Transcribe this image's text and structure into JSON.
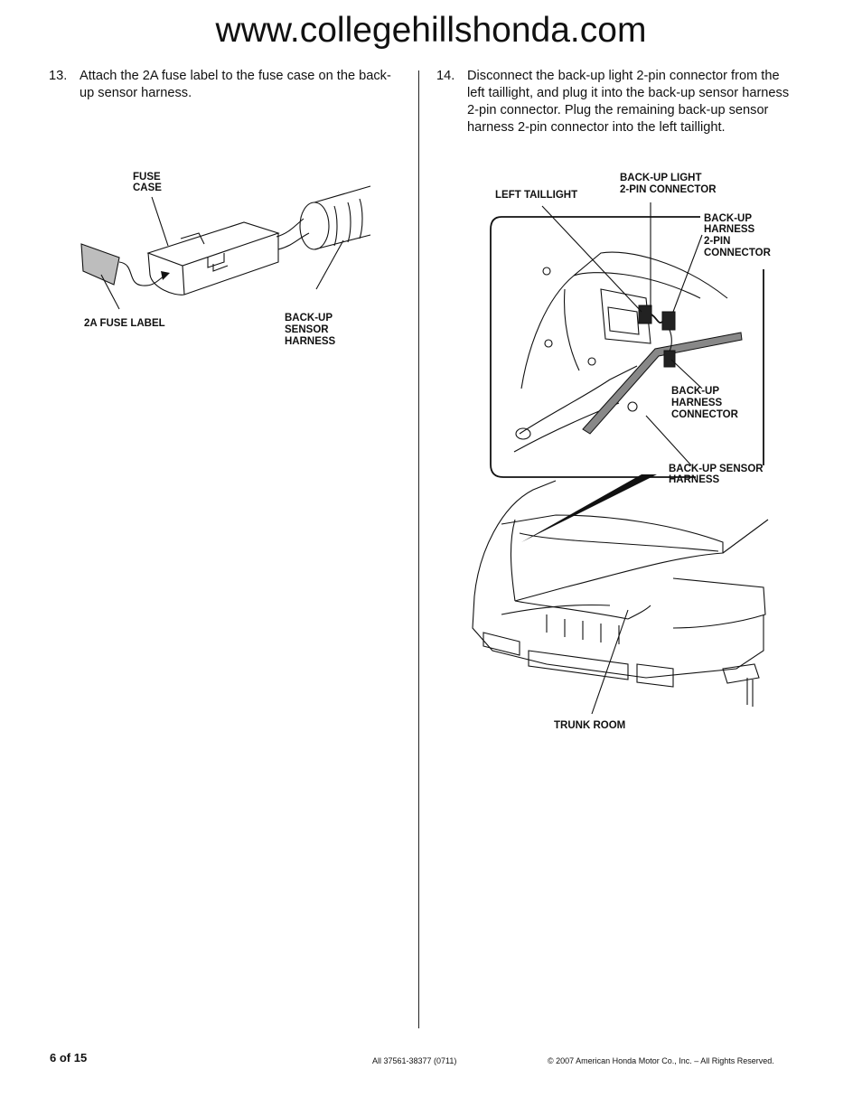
{
  "header": {
    "site": "www.collegehillshonda.com"
  },
  "steps": [
    {
      "number": "13.",
      "text": "Attach the 2A fuse label to the fuse case on the back-up sensor harness."
    },
    {
      "number": "14.",
      "text": "Disconnect the back-up light 2-pin connector from the left taillight, and plug it into the back-up sensor harness 2-pin connector. Plug the remaining back-up sensor harness 2-pin connector into the left taillight."
    }
  ],
  "figure_left": {
    "labels": {
      "fuse_case": [
        "FUSE",
        "CASE"
      ],
      "fuse_label": "2A FUSE LABEL",
      "sensor_harness": [
        "BACK-UP",
        "SENSOR",
        "HARNESS"
      ]
    }
  },
  "figure_right": {
    "labels": {
      "left_taillight": "LEFT TAILLIGHT",
      "light_connector": [
        "BACK-UP LIGHT",
        "2-PIN CONNECTOR"
      ],
      "harness_2pin": [
        "BACK-UP",
        " HARNESS",
        "2-PIN",
        "CONNECTOR"
      ],
      "harness_connector": [
        "BACK-UP",
        "HARNESS",
        "CONNECTOR"
      ],
      "sensor_harness": [
        "BACK-UP SENSOR",
        "HARNESS"
      ],
      "trunk_room": "TRUNK ROOM"
    }
  },
  "footer": {
    "page": "6 of 15",
    "doc_id": "All 37561-38377 (0711)",
    "copyright": "© 2007 American Honda Motor Co., Inc. – All Rights Reserved."
  }
}
